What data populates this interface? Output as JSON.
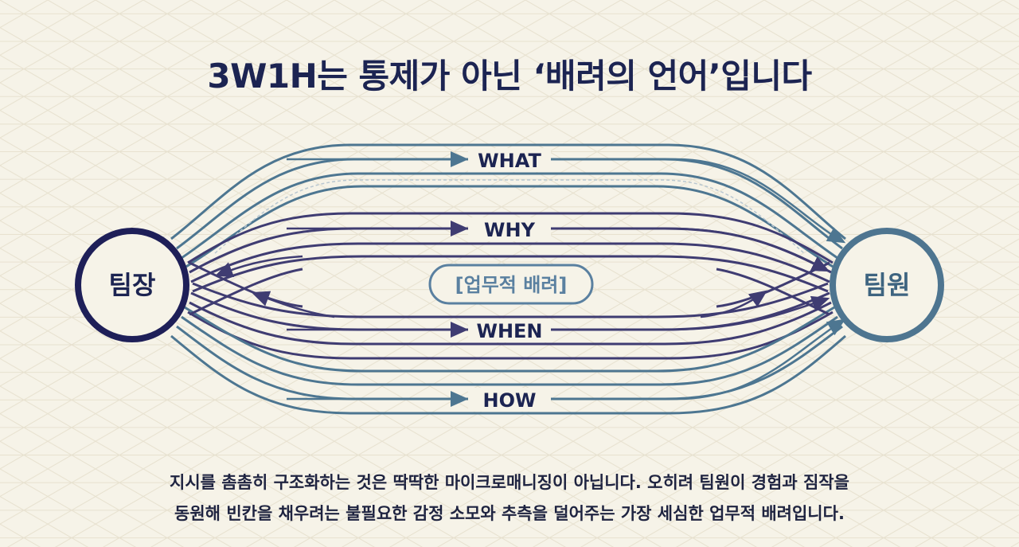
{
  "title": "3W1H는 통제가 아닌 ‘배려의 언어’입니다",
  "diagram": {
    "left_node": "팀장",
    "right_node": "팀원",
    "center_label": "[업무적 배려]",
    "channels": [
      {
        "label": "WHAT",
        "color": "#4d7691"
      },
      {
        "label": "WHY",
        "color": "#3f3c72"
      },
      {
        "label": "WHEN",
        "color": "#3f3c72"
      },
      {
        "label": "HOW",
        "color": "#4d7691"
      }
    ],
    "colors": {
      "left_node": "#1e1f58",
      "right_node": "#4e7590",
      "center_label": "#5a80a0",
      "ink": "#1c2452"
    }
  },
  "caption": {
    "line1": "지시를 촘촘히 구조화하는 것은 딱딱한 마이크로매니징이 아닙니다. 오히려 팀원이 경험과 짐작을",
    "line2": "동원해 빈칸을 채우려는 불필요한 감정 소모와 추측을 덜어주는 가장 세심한 업무적 배려입니다."
  }
}
